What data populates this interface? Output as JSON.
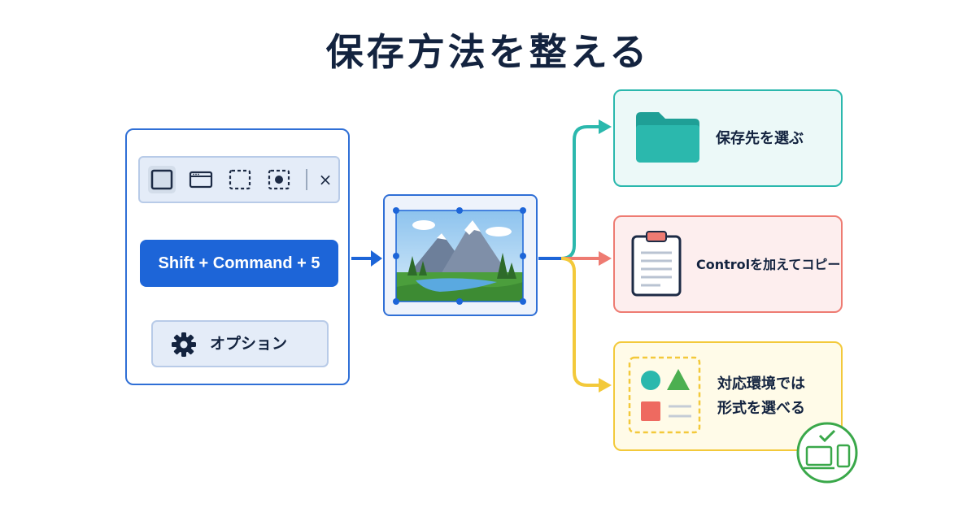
{
  "title": "保存方法を整える",
  "toolbar": {
    "icons": [
      "fullscreen-capture-icon",
      "window-capture-icon",
      "selection-capture-icon",
      "screen-record-icon"
    ],
    "close_label": "×"
  },
  "shortcut": {
    "label": "Shift + Command + 5"
  },
  "options": {
    "label": "オプション",
    "icon": "gear-icon"
  },
  "preview": {
    "icon": "landscape-image-icon"
  },
  "destinations": [
    {
      "label": "保存先を選ぶ",
      "icon": "folder-icon",
      "color": "#2bb8ad"
    },
    {
      "label": "Controlを加えてコピー",
      "icon": "clipboard-icon",
      "color": "#ee7b72"
    },
    {
      "label_line1": "対応環境では",
      "label_line2": "形式を選べる",
      "icon": "shapes-icon",
      "color": "#f3c93a"
    }
  ],
  "badge": {
    "icon": "devices-check-icon",
    "color": "#3aa84a"
  },
  "colors": {
    "accent": "#1d65d8",
    "title": "#13233f"
  }
}
